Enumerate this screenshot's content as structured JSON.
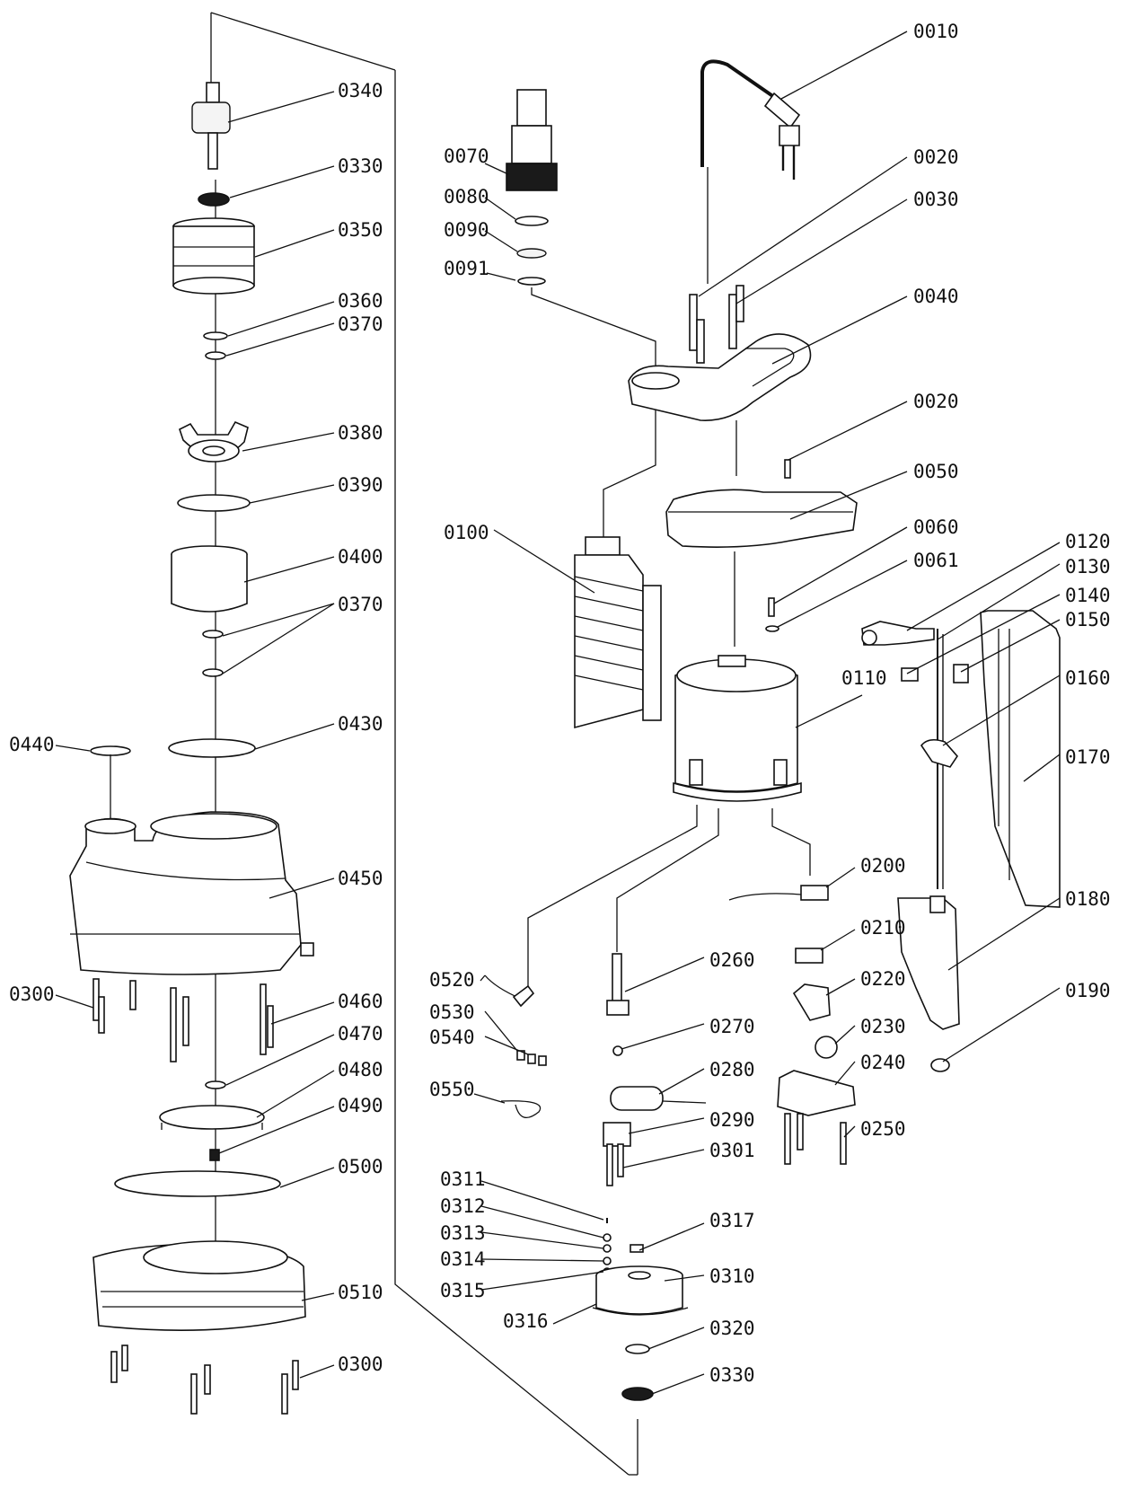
{
  "diagram": {
    "background": "#ffffff",
    "ink": "#111111",
    "labels": [
      {
        "id": "l0010",
        "text": "0010"
      },
      {
        "id": "l0020a",
        "text": "0020"
      },
      {
        "id": "l0030",
        "text": "0030"
      },
      {
        "id": "l0040",
        "text": "0040"
      },
      {
        "id": "l0020b",
        "text": "0020"
      },
      {
        "id": "l0050",
        "text": "0050"
      },
      {
        "id": "l0060",
        "text": "0060"
      },
      {
        "id": "l0061",
        "text": "0061"
      },
      {
        "id": "l0070",
        "text": "0070"
      },
      {
        "id": "l0080",
        "text": "0080"
      },
      {
        "id": "l0090",
        "text": "0090"
      },
      {
        "id": "l0091",
        "text": "0091"
      },
      {
        "id": "l0100",
        "text": "0100"
      },
      {
        "id": "l0110",
        "text": "0110"
      },
      {
        "id": "l0120",
        "text": "0120"
      },
      {
        "id": "l0130",
        "text": "0130"
      },
      {
        "id": "l0140",
        "text": "0140"
      },
      {
        "id": "l0150",
        "text": "0150"
      },
      {
        "id": "l0160",
        "text": "0160"
      },
      {
        "id": "l0170",
        "text": "0170"
      },
      {
        "id": "l0180",
        "text": "0180"
      },
      {
        "id": "l0190",
        "text": "0190"
      },
      {
        "id": "l0200",
        "text": "0200"
      },
      {
        "id": "l0210",
        "text": "0210"
      },
      {
        "id": "l0220",
        "text": "0220"
      },
      {
        "id": "l0230",
        "text": "0230"
      },
      {
        "id": "l0240",
        "text": "0240"
      },
      {
        "id": "l0250",
        "text": "0250"
      },
      {
        "id": "l0260",
        "text": "0260"
      },
      {
        "id": "l0270",
        "text": "0270"
      },
      {
        "id": "l0280",
        "text": "0280"
      },
      {
        "id": "l0290",
        "text": "0290"
      },
      {
        "id": "l0301",
        "text": "0301"
      },
      {
        "id": "l0311",
        "text": "0311"
      },
      {
        "id": "l0312",
        "text": "0312"
      },
      {
        "id": "l0313",
        "text": "0313"
      },
      {
        "id": "l0314",
        "text": "0314"
      },
      {
        "id": "l0315",
        "text": "0315"
      },
      {
        "id": "l0316",
        "text": "0316"
      },
      {
        "id": "l0317",
        "text": "0317"
      },
      {
        "id": "l0310",
        "text": "0310"
      },
      {
        "id": "l0320",
        "text": "0320"
      },
      {
        "id": "l0330b",
        "text": "0330"
      },
      {
        "id": "l0340",
        "text": "0340"
      },
      {
        "id": "l0330a",
        "text": "0330"
      },
      {
        "id": "l0350",
        "text": "0350"
      },
      {
        "id": "l0360",
        "text": "0360"
      },
      {
        "id": "l0370a",
        "text": "0370"
      },
      {
        "id": "l0380",
        "text": "0380"
      },
      {
        "id": "l0390",
        "text": "0390"
      },
      {
        "id": "l0400",
        "text": "0400"
      },
      {
        "id": "l0370b",
        "text": "0370"
      },
      {
        "id": "l0430",
        "text": "0430"
      },
      {
        "id": "l0440",
        "text": "0440"
      },
      {
        "id": "l0450",
        "text": "0450"
      },
      {
        "id": "l0300a",
        "text": "0300"
      },
      {
        "id": "l0460",
        "text": "0460"
      },
      {
        "id": "l0470",
        "text": "0470"
      },
      {
        "id": "l0480",
        "text": "0480"
      },
      {
        "id": "l0490",
        "text": "0490"
      },
      {
        "id": "l0500",
        "text": "0500"
      },
      {
        "id": "l0510",
        "text": "0510"
      },
      {
        "id": "l0300b",
        "text": "0300"
      },
      {
        "id": "l0520",
        "text": "0520"
      },
      {
        "id": "l0530",
        "text": "0530"
      },
      {
        "id": "l0540",
        "text": "0540"
      },
      {
        "id": "l0550",
        "text": "0550"
      }
    ]
  }
}
